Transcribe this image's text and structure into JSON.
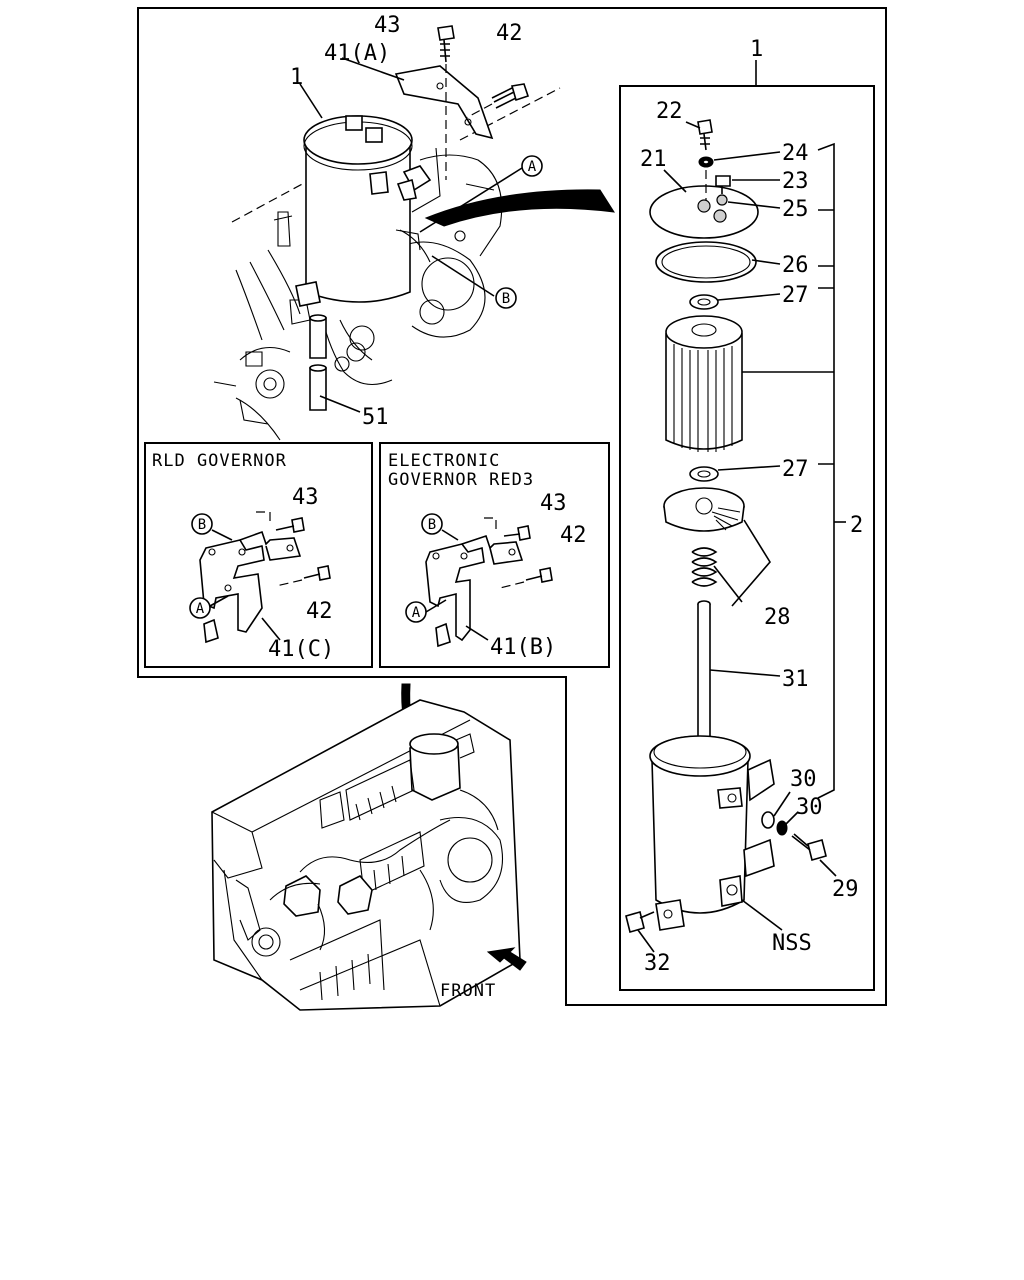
{
  "colors": {
    "ink": "#000000",
    "paper": "#ffffff"
  },
  "top_assembly": {
    "labels": {
      "p43": "43",
      "p41a": "41(A)",
      "p42": "42",
      "p1": "1",
      "p51": "51",
      "ref_a": "A",
      "ref_b": "B"
    }
  },
  "rld_inset": {
    "title": "RLD GOVERNOR",
    "labels": {
      "p43": "43",
      "p42": "42",
      "p41c": "41(C)",
      "ref_a": "A",
      "ref_b": "B"
    }
  },
  "electronic_inset": {
    "title_line1": "ELECTRONIC",
    "title_line2": "GOVERNOR RED3",
    "labels": {
      "p43": "43",
      "p42": "42",
      "p41b": "41(B)",
      "ref_a": "A",
      "ref_b": "B"
    }
  },
  "exploded_view": {
    "labels": {
      "p1": "1",
      "p2": "2",
      "p21": "21",
      "p22": "22",
      "p23": "23",
      "p24": "24",
      "p25": "25",
      "p26": "26",
      "p27_top": "27",
      "p27_bottom": "27",
      "p28": "28",
      "p29": "29",
      "p30_a": "30",
      "p30_b": "30",
      "p31": "31",
      "p32": "32",
      "nss": "NSS"
    }
  },
  "engine_view": {
    "front_label": "FRONT",
    "front_icon": "arrow-icon"
  }
}
